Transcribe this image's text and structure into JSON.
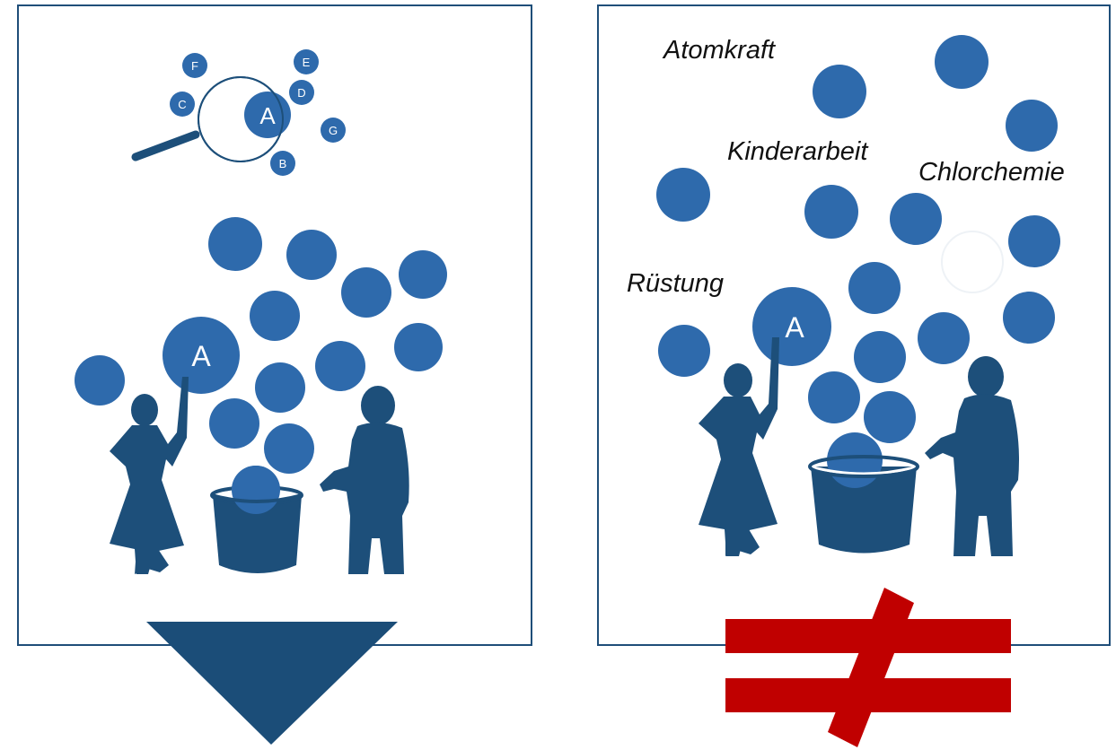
{
  "left_panel": {
    "magnifier_letters": [
      "F",
      "E",
      "C",
      "A",
      "D",
      "G",
      "B"
    ],
    "selected_bubble_letter": "A"
  },
  "right_panel": {
    "topic_labels": {
      "atomkraft": "Atomkraft",
      "kinderarbeit": "Kinderarbeit",
      "chlorchemie": "Chlorchemie",
      "ruestung": "Rüstung"
    },
    "selected_bubble_letter": "A"
  },
  "colors": {
    "frame": "#1f4e79",
    "bubble": "#2e6aac",
    "figure": "#1d4f7a",
    "arrow": "#1b4d78",
    "not_equal_sign": "#c00000"
  },
  "icons": [
    "magnifier-icon",
    "down-arrow-icon",
    "not-equal-icon",
    "woman-figure-icon",
    "man-figure-icon",
    "basket-icon"
  ]
}
